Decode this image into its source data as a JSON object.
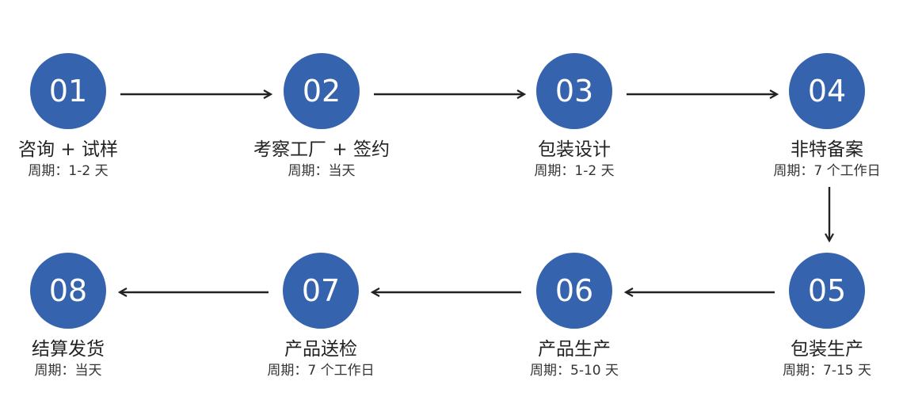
{
  "colors": {
    "circle": "#3563ad",
    "arrow": "#222222",
    "text": "#222222"
  },
  "steps": [
    {
      "number": "01",
      "title": "咨询 + 试样",
      "period": "周期：1-2 天"
    },
    {
      "number": "02",
      "title": "考察工厂 + 签约",
      "period": "周期：当天"
    },
    {
      "number": "03",
      "title": "包装设计",
      "period": "周期：1-2 天"
    },
    {
      "number": "04",
      "title": "非特备案",
      "period": "周期：7 个工作日"
    },
    {
      "number": "05",
      "title": "包装生产",
      "period": "周期：7-15 天"
    },
    {
      "number": "06",
      "title": "产品生产",
      "period": "周期：5-10 天"
    },
    {
      "number": "07",
      "title": "产品送检",
      "period": "周期：7 个工作日"
    },
    {
      "number": "08",
      "title": "结算发货",
      "period": "周期：当天"
    }
  ]
}
